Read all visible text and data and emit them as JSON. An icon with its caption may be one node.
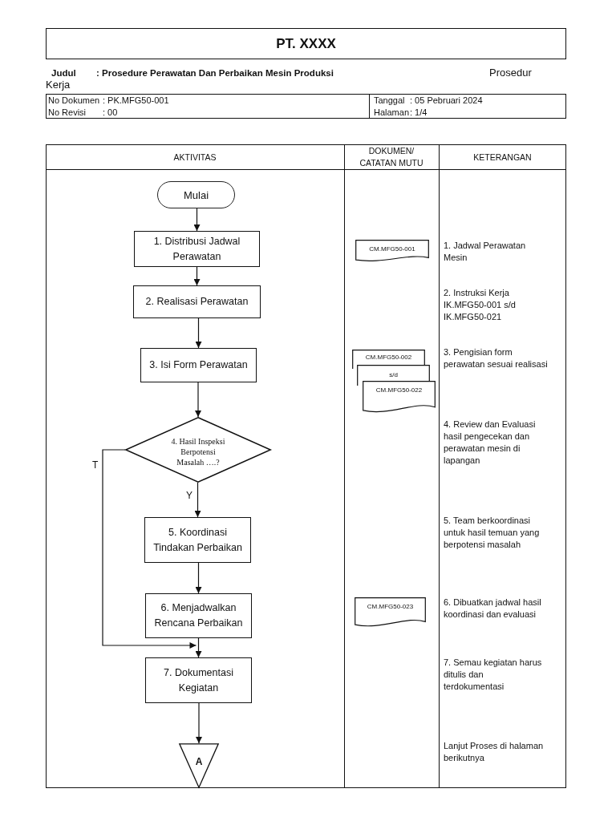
{
  "diagram": {
    "title": "PT. XXXX",
    "nodes": [
      {
        "text": [
          "Mulai"
        ]
      },
      {
        "text": [
          "1. Distribusi Jadwal Perawatan"
        ]
      },
      {
        "text": [
          "2. Realisasi Perawatan"
        ]
      },
      {
        "text": [
          "3. Isi Form Perawatan"
        ]
      },
      {
        "text": [
          "4. Hasil Inspeksi Berpotensi Masalah ….?"
        ]
      },
      {
        "text": [
          "5. Koordinasi Tindakan Perbaikan"
        ]
      },
      {
        "text": [
          "6. Menjadwalkan Rencana Perbaikan"
        ]
      },
      {
        "text": [
          "7. Dokumentasi Kegiatan"
        ]
      },
      {
        "text": [
          "A"
        ]
      },
      {
        "text": [
          "CM.MFG50-001"
        ]
      },
      {
        "text": [
          "CM.MFG50-002"
        ]
      },
      {
        "text": [
          "s/d"
        ]
      },
      {
        "text": [
          "CM.MFG50-022"
        ]
      },
      {
        "text": [
          "CM.MFG50-023"
        ]
      }
    ],
    "edges": [
      {
        "from": 0,
        "to": 1,
        "arrow": "to"
      },
      {
        "from": 1,
        "to": 2,
        "arrow": "to"
      },
      {
        "from": 2,
        "to": 3,
        "arrow": "to"
      },
      {
        "from": 3,
        "to": 4,
        "arrow": "to"
      },
      {
        "from": 4,
        "to": 5,
        "arrow": "to",
        "label": "Y"
      },
      {
        "from": 5,
        "to": 6,
        "arrow": "to"
      },
      {
        "from": 6,
        "to": 7,
        "arrow": "to"
      },
      {
        "from": 4,
        "to": 7,
        "arrow": "to",
        "label": "T"
      },
      {
        "from": 7,
        "to": 8,
        "arrow": "to"
      }
    ],
    "labels": [
      "Judul",
      ": Prosedure Perawatan Dan Perbaikan Mesin Produksi",
      "Prosedur",
      "Kerja",
      "No Dokumen",
      ": PK.MFG50-001",
      "Tanggal",
      ": 05 Pebruari 2024",
      "No Revisi",
      ": 00",
      "Halaman",
      ": 1/4",
      "AKTIVITAS",
      "DOKUMEN/ CATATAN MUTU",
      "KETERANGAN",
      "1. Jadwal Perawatan Mesin",
      "2. Instruksi Kerja IK.MFG50-001 s/d IK.MFG50-021",
      "3. Pengisian form perawatan sesuai realisasi",
      "4. Review dan Evaluasi hasil pengecekan dan perawatan mesin di lapangan",
      "5. Team berkoordinasi untuk hasil temuan yang berpotensi masalah",
      "6. Dibuatkan jadwal hasil koordinasi dan evaluasi",
      "7. Semau kegiatan harus ditulis dan terdokumentasi",
      "Lanjut Proses di halaman berikutnya"
    ]
  }
}
